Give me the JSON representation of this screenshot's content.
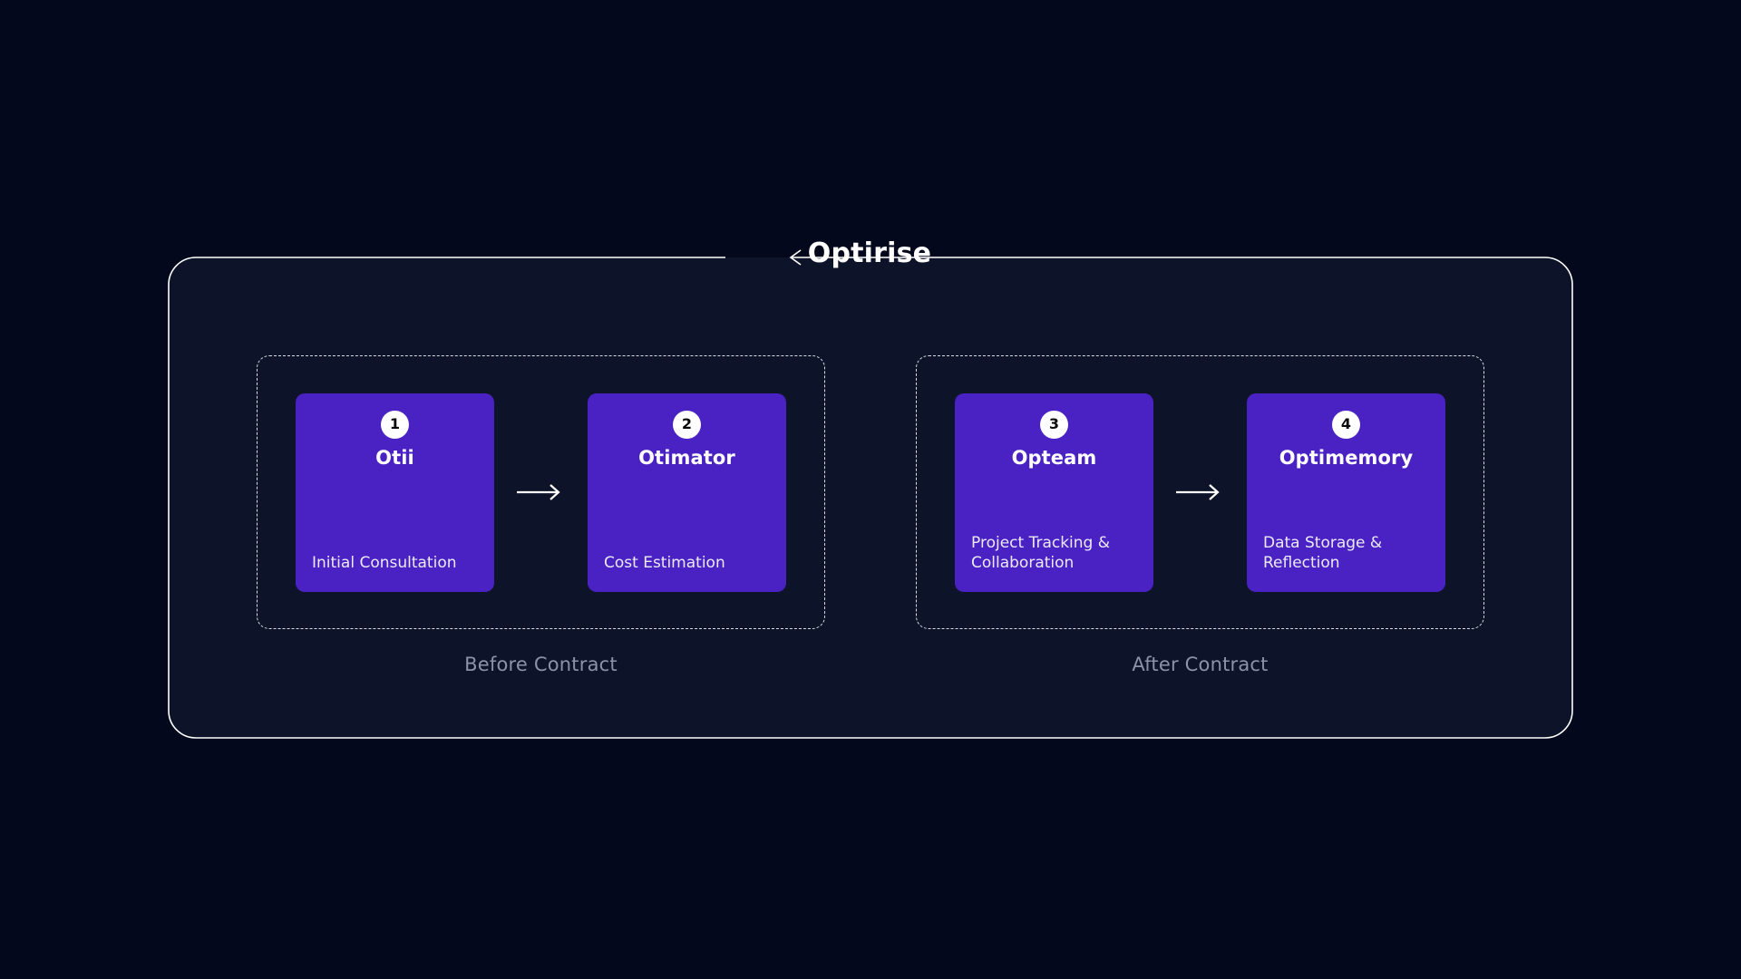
{
  "canvas": {
    "background_color": "#04081c",
    "panel_color": "#0d1429",
    "accent_color": "#4a22c4",
    "border_color": "#ffffff",
    "caption_color": "#8b93a8"
  },
  "diagram": {
    "title": "Optirise",
    "title_arrow_icon": "arrow-left-icon",
    "groups": [
      {
        "caption": "Before Contract",
        "cards": [
          {
            "number": "1",
            "title": "Otii",
            "description": "Initial Consultation"
          },
          {
            "number": "2",
            "title": "Otimator",
            "description": "Cost Estimation"
          }
        ],
        "connector_icon": "arrow-right-icon"
      },
      {
        "caption": "After Contract",
        "cards": [
          {
            "number": "3",
            "title": "Opteam",
            "description": "Project Tracking & Collaboration"
          },
          {
            "number": "4",
            "title": "Optimemory",
            "description": "Data Storage & Reflection"
          }
        ],
        "connector_icon": "arrow-right-icon"
      }
    ]
  }
}
